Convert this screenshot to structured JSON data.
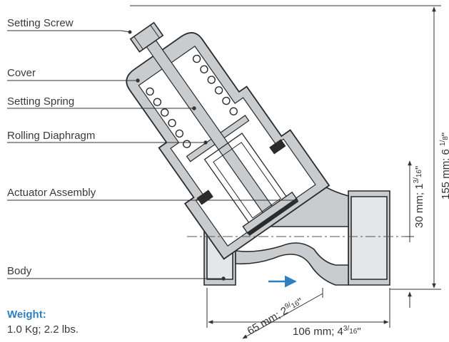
{
  "labels": {
    "setting_screw": "Setting Screw",
    "cover": "Cover",
    "setting_spring": "Setting Spring",
    "rolling_diaphragm": "Rolling Diaphragm",
    "actuator_assembly": "Actuator Assembly",
    "body": "Body"
  },
  "weight": {
    "title": "Weight:",
    "value": "1.0 Kg; 2.2 lbs."
  },
  "dimensions": {
    "height_total": {
      "prefix": "155 mm; 6 ",
      "num": "1",
      "den": "8",
      "suffix": "\""
    },
    "height_partial": {
      "prefix": "30 mm; 1",
      "num": "3",
      "den": "16",
      "suffix": "\""
    },
    "diagonal": {
      "prefix": "65 mm; 2",
      "num": "9",
      "den": "16",
      "suffix": "\""
    },
    "width": {
      "prefix": "106 mm; 4",
      "num": "3",
      "den": "16",
      "suffix": "\""
    }
  },
  "colors": {
    "housing_fill": "#c9cccf",
    "outline": "#2b2b2b",
    "accent_blue": "#2f7fc1",
    "leader": "#333333"
  }
}
